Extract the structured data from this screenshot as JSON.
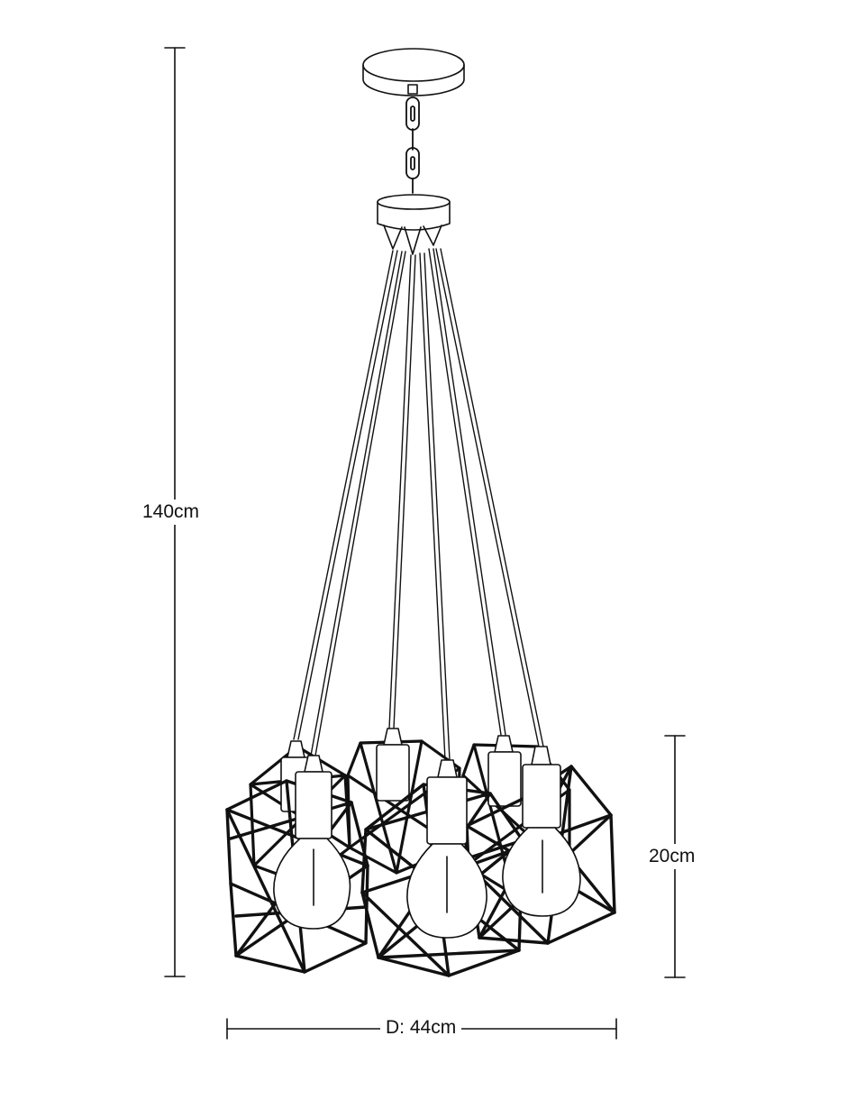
{
  "dimensions": {
    "total_height": "140cm",
    "shade_height": "20cm",
    "diameter": "D: 44cm"
  },
  "colors": {
    "line": "#111111",
    "background": "#ffffff"
  }
}
